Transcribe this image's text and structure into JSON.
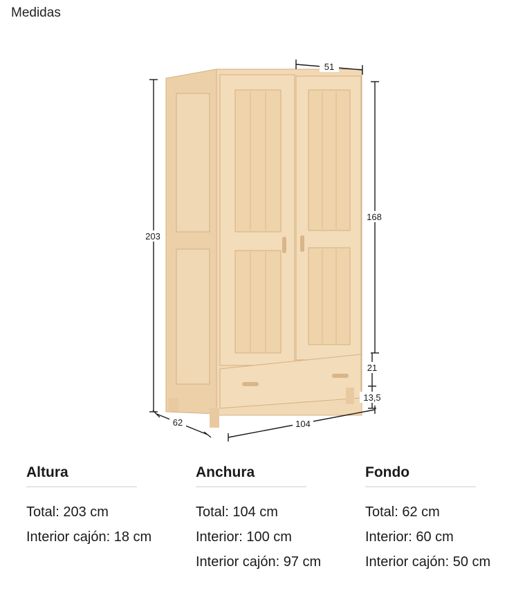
{
  "page": {
    "title": "Medidas"
  },
  "figure": {
    "dimensions": {
      "width_top": "51",
      "height_total": "203",
      "height_door": "168",
      "height_drawer": "21",
      "height_leg": "13,5",
      "depth": "62",
      "width_bottom": "104"
    },
    "colors": {
      "wood": "#f0d6b2",
      "wood_dark": "#e2c095",
      "wood_line": "#d7b387",
      "dim_line": "#1a1a1a"
    }
  },
  "columns": [
    {
      "heading": "Altura",
      "lines": [
        "Total: 203 cm",
        "Interior cajón: 18 cm"
      ]
    },
    {
      "heading": "Anchura",
      "lines": [
        "Total: 104 cm",
        "Interior: 100 cm",
        "Interior cajón: 97 cm"
      ]
    },
    {
      "heading": "Fondo",
      "lines": [
        "Total: 62 cm",
        "Interior: 60 cm",
        "Interior cajón: 50 cm"
      ]
    }
  ]
}
